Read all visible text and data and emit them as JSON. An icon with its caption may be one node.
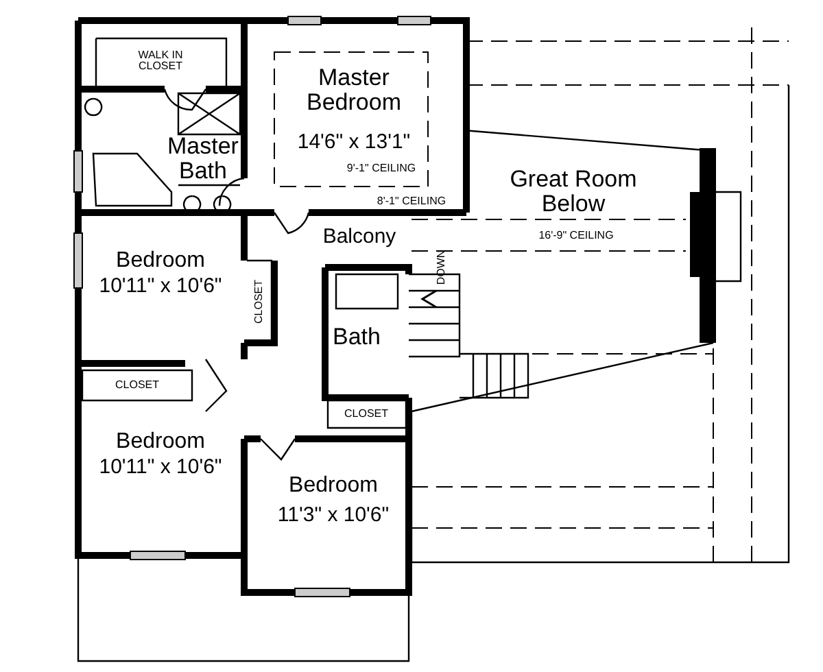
{
  "diagram": {
    "labels": [
      "WALK IN CLOSET",
      "Master Bedroom",
      "14'6\" x 13'1\"",
      "9'-1\" CEILING",
      "Master Bath",
      "8'-1\" CEILING",
      "Great Room Below",
      "16'-9\" CEILING",
      "Balcony",
      "Bedroom",
      "10'11\" x 10'6\"",
      "DOWN",
      "CLOSET",
      "Bath",
      "CLOSET",
      "CLOSET",
      "Bedroom",
      "10'11\" x 10'6\"",
      "Bedroom",
      "11'3\" x 10'6\""
    ]
  }
}
